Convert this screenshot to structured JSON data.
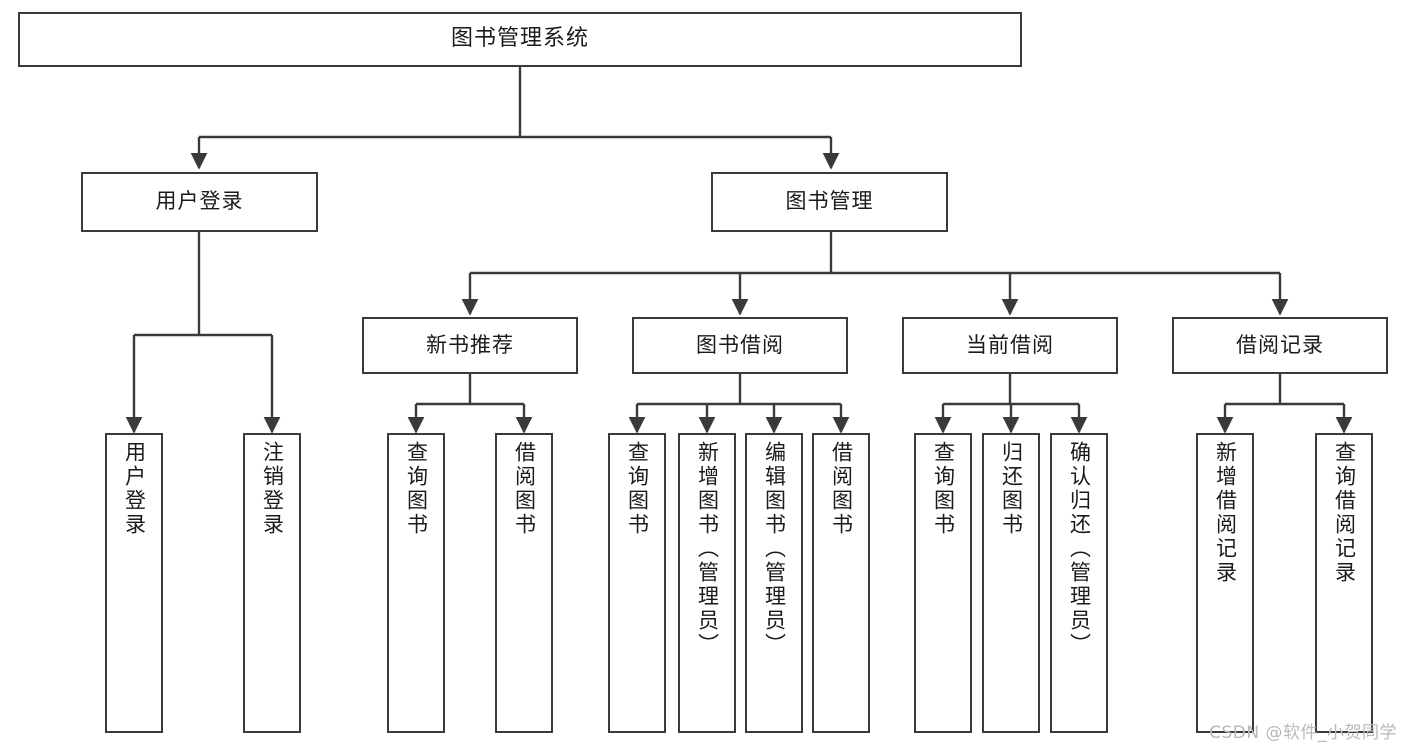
{
  "diagram": {
    "title": "图书管理系统",
    "type": "tree-hierarchy-diagram",
    "watermark": "CSDN @软件_小贺同学",
    "colors": {
      "background": "#ffffff",
      "box_border": "#3a3a3a",
      "box_fill": "#ffffff",
      "text": "#1b1b1b",
      "edge": "#3a3a3a",
      "watermark": "#b9b9b9"
    }
  },
  "nodes": {
    "root": {
      "label": "图书管理系统",
      "level": 1
    },
    "level2": [
      {
        "id": "user-login",
        "label": "用户登录"
      },
      {
        "id": "book-management",
        "label": "图书管理"
      }
    ],
    "level3": [
      {
        "id": "new-book-recommend",
        "label": "新书推荐"
      },
      {
        "id": "book-borrow",
        "label": "图书借阅"
      },
      {
        "id": "current-borrow",
        "label": "当前借阅"
      },
      {
        "id": "borrow-record",
        "label": "借阅记录"
      }
    ],
    "leaves": {
      "user_login": [
        {
          "id": "leaf-user-login",
          "label": "用户登录"
        },
        {
          "id": "leaf-logout-login",
          "label": "注销登录"
        }
      ],
      "new_book_recommend": [
        {
          "id": "leaf-query-book-1",
          "label": "查询图书"
        },
        {
          "id": "leaf-borrow-book-1",
          "label": "借阅图书"
        }
      ],
      "book_borrow": [
        {
          "id": "leaf-query-book-2",
          "label": "查询图书"
        },
        {
          "id": "leaf-add-book",
          "label": "新增图书（管理员）"
        },
        {
          "id": "leaf-edit-book",
          "label": "编辑图书（管理员）"
        },
        {
          "id": "leaf-borrow-book-2",
          "label": "借阅图书"
        }
      ],
      "current_borrow": [
        {
          "id": "leaf-query-book-3",
          "label": "查询图书"
        },
        {
          "id": "leaf-return-book",
          "label": "归还图书"
        },
        {
          "id": "leaf-confirm-return",
          "label": "确认归还（管理员）"
        }
      ],
      "borrow_record": [
        {
          "id": "leaf-add-record",
          "label": "新增借阅记录"
        },
        {
          "id": "leaf-query-record",
          "label": "查询借阅记录"
        }
      ]
    }
  }
}
